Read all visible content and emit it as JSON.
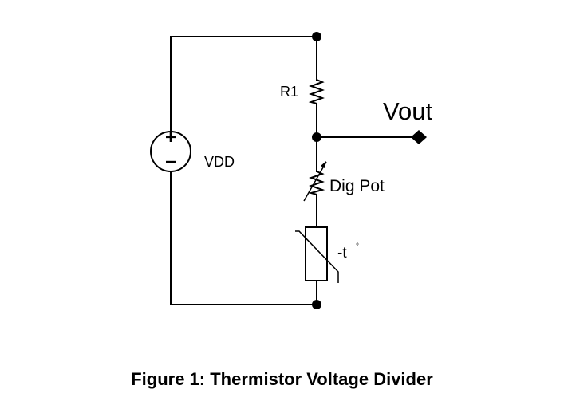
{
  "diagram": {
    "components": {
      "source": {
        "label": "VDD",
        "plus_symbol": "+",
        "minus_symbol": "−"
      },
      "resistor": {
        "label": "R1"
      },
      "potentiometer": {
        "label": "Dig Pot"
      },
      "thermistor": {
        "label": "-t",
        "degree_symbol": "°"
      }
    },
    "output": {
      "label": "Vout"
    },
    "caption": "Figure 1: Thermistor Voltage Divider"
  }
}
